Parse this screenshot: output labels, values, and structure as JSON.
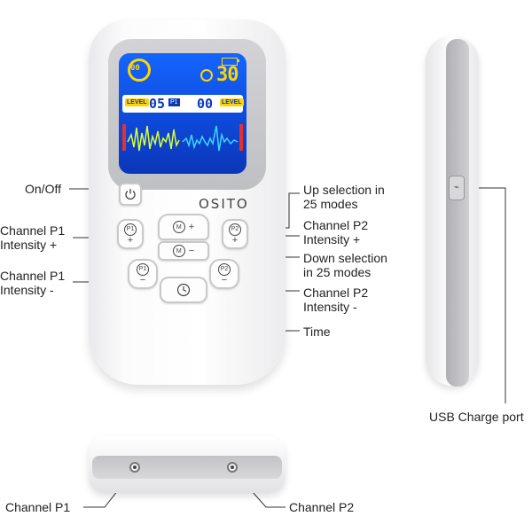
{
  "labels": {
    "on_off": "On/Off",
    "ch_p1_plus": "Channel P1\nIntensity  +",
    "ch_p1_minus": "Channel P1\nIntensity   -",
    "up_selection": "Up selection in\n25 modes",
    "ch_p2_plus": "Channel P2\nIntensity +",
    "down_selection": "Down selection\nin 25 modes",
    "ch_p2_minus": "Channel P2\nIntensity -",
    "time": "Time",
    "usb_port": "USB Charge port",
    "ch_p1_jack": "Channel P1",
    "ch_p2_jack": "Channel P2"
  },
  "device": {
    "brand": "OSITO",
    "screen": {
      "mode_dial": "00",
      "timer": "30",
      "level_tag_left": "LEVEL",
      "level_left": "05",
      "channel_tag": "P1",
      "level_right": "00",
      "level_tag_right": "LEVEL"
    },
    "buttons": {
      "mode": "M",
      "plus": "+",
      "minus": "−",
      "p1": "P1",
      "p2": "P2"
    }
  },
  "colors": {
    "screen_blue": "#1565ff",
    "screen_yellow": "#ffd400",
    "wave_green": "#d8ff3a",
    "device_body": "#ffffff"
  },
  "icons": {
    "power": "power-icon",
    "clock": "clock-icon",
    "usb": "usb-icon"
  }
}
